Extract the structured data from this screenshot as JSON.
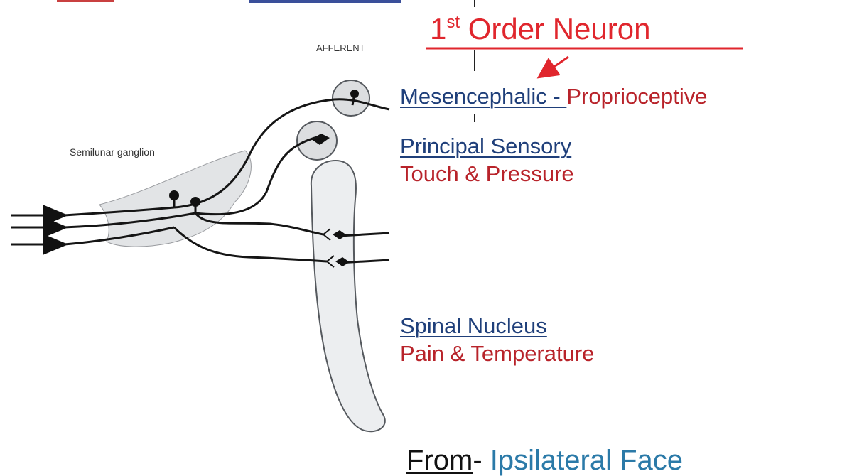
{
  "title": {
    "superscript": "st",
    "prefix": "1",
    "main": " Order Neuron"
  },
  "labels": {
    "afferent": "AFFERENT",
    "ganglion": "Semilunar ganglion"
  },
  "nuclei": [
    {
      "name": "Mesencephalic - ",
      "function": "Proprioceptive"
    },
    {
      "name": "Principal Sensory",
      "function": "Touch & Pressure"
    },
    {
      "name": "Spinal Nucleus",
      "function": "Pain & Temperature"
    }
  ],
  "footer": {
    "from": "From",
    "dash": "- ",
    "source": "Ipsilateral Face"
  },
  "colors": {
    "red": "#b8232a",
    "bright_red": "#e0262d",
    "navy": "#1f3f7a",
    "teal": "#2b7aa8"
  }
}
